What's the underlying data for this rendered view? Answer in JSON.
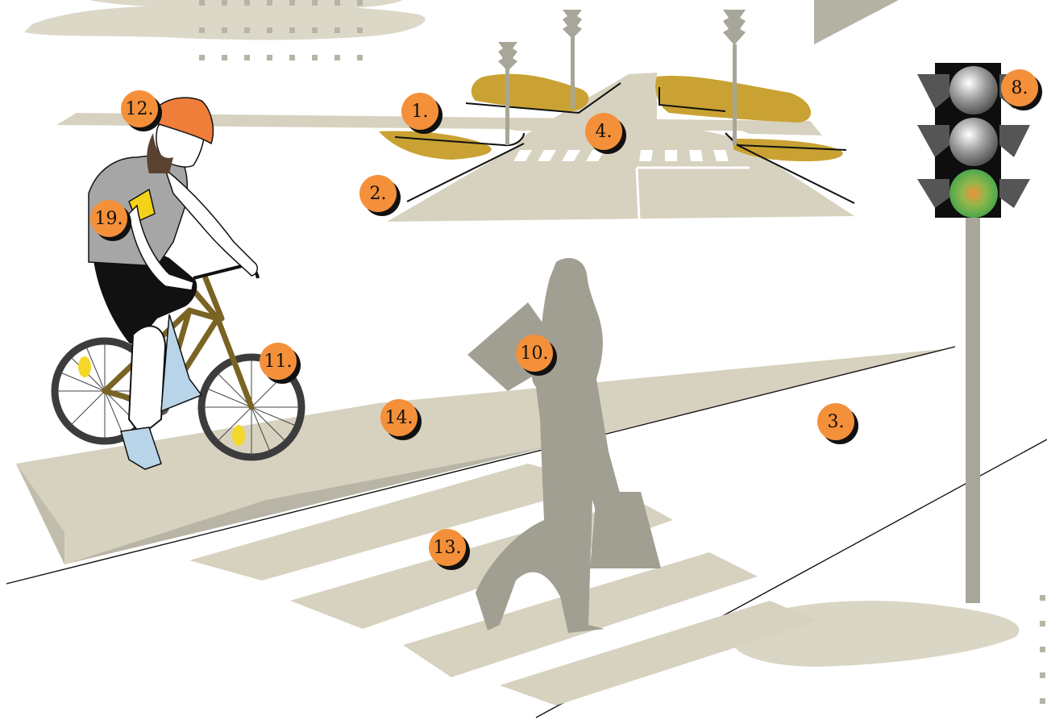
{
  "markers": {
    "m1": "1.",
    "m2": "2.",
    "m3": "3.",
    "m4": "4.",
    "m8": "8.",
    "m10": "10.",
    "m11": "11.",
    "m12": "12.",
    "m13": "13.",
    "m14": "14.",
    "m19": "19."
  },
  "colors": {
    "marker_fill": "#f4903a",
    "marker_shadow": "#111111",
    "pavement": "#d6d2bf",
    "pedestrian_silhouette": "#a19f92",
    "foliage": "#c9a233",
    "light_pole": "#a8a698",
    "bike_frame": "#7a6424",
    "helmet": "#ee7e3a",
    "armband": "#f5d21a",
    "green_light": "#4caf50"
  },
  "icons": {
    "traffic_light": "traffic-light-icon",
    "cyclist": "cyclist-icon",
    "pedestrian": "pedestrian-icon"
  },
  "traffic_light_state": "green"
}
